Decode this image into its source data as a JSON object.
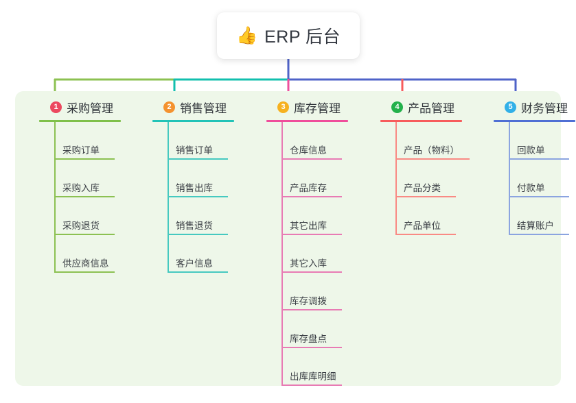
{
  "diagram": {
    "title": "ERP 后台",
    "root": {
      "icon": "thumbs-up-icon",
      "glyph": "👍",
      "label": "ERP 后台"
    },
    "canvas_background": "#ffffff",
    "card_background": "#eef7e9",
    "branches": [
      {
        "number": "1",
        "label": "采购管理",
        "badge_color": "#ec485f",
        "rule_color": "#7fc04a",
        "line_color": "#8cc152",
        "connector_color": "#8cc152",
        "children": [
          {
            "label": "采购订单"
          },
          {
            "label": "采购入库"
          },
          {
            "label": "采购退货"
          },
          {
            "label": "供应商信息"
          }
        ]
      },
      {
        "number": "2",
        "label": "销售管理",
        "badge_color": "#f4922f",
        "rule_color": "#22c3b7",
        "line_color": "#46c9c0",
        "connector_color": "#12bfae",
        "children": [
          {
            "label": "销售订单"
          },
          {
            "label": "销售出库"
          },
          {
            "label": "销售退货"
          },
          {
            "label": "客户信息"
          }
        ]
      },
      {
        "number": "3",
        "label": "库存管理",
        "badge_color": "#f6b11f",
        "rule_color": "#ef4e9b",
        "line_color": "#e87bb4",
        "connector_color": "#ee4f9c",
        "children": [
          {
            "label": "仓库信息"
          },
          {
            "label": "产品库存"
          },
          {
            "label": "其它出库"
          },
          {
            "label": "其它入库"
          },
          {
            "label": "库存调拨"
          },
          {
            "label": "库存盘点"
          },
          {
            "label": "出库库明细"
          }
        ]
      },
      {
        "number": "4",
        "label": "产品管理",
        "badge_color": "#23b14b",
        "rule_color": "#f75c5c",
        "line_color": "#f98a84",
        "connector_color": "#f75c5c",
        "children": [
          {
            "label": "产品（物料）",
            "wide": true
          },
          {
            "label": "产品分类"
          },
          {
            "label": "产品单位"
          }
        ]
      },
      {
        "number": "5",
        "label": "财务管理",
        "badge_color": "#31b0e8",
        "rule_color": "#4f6fd4",
        "line_color": "#8ba4e0",
        "connector_color": "#4f63c8",
        "children": [
          {
            "label": "回款单"
          },
          {
            "label": "付款单"
          },
          {
            "label": "结算账户"
          }
        ]
      }
    ],
    "trunk": {
      "color": "#4f63c8",
      "segments": [
        {
          "color": "#8cc152"
        },
        {
          "color": "#12bfae"
        },
        {
          "color": "#4f63c8"
        }
      ]
    }
  }
}
